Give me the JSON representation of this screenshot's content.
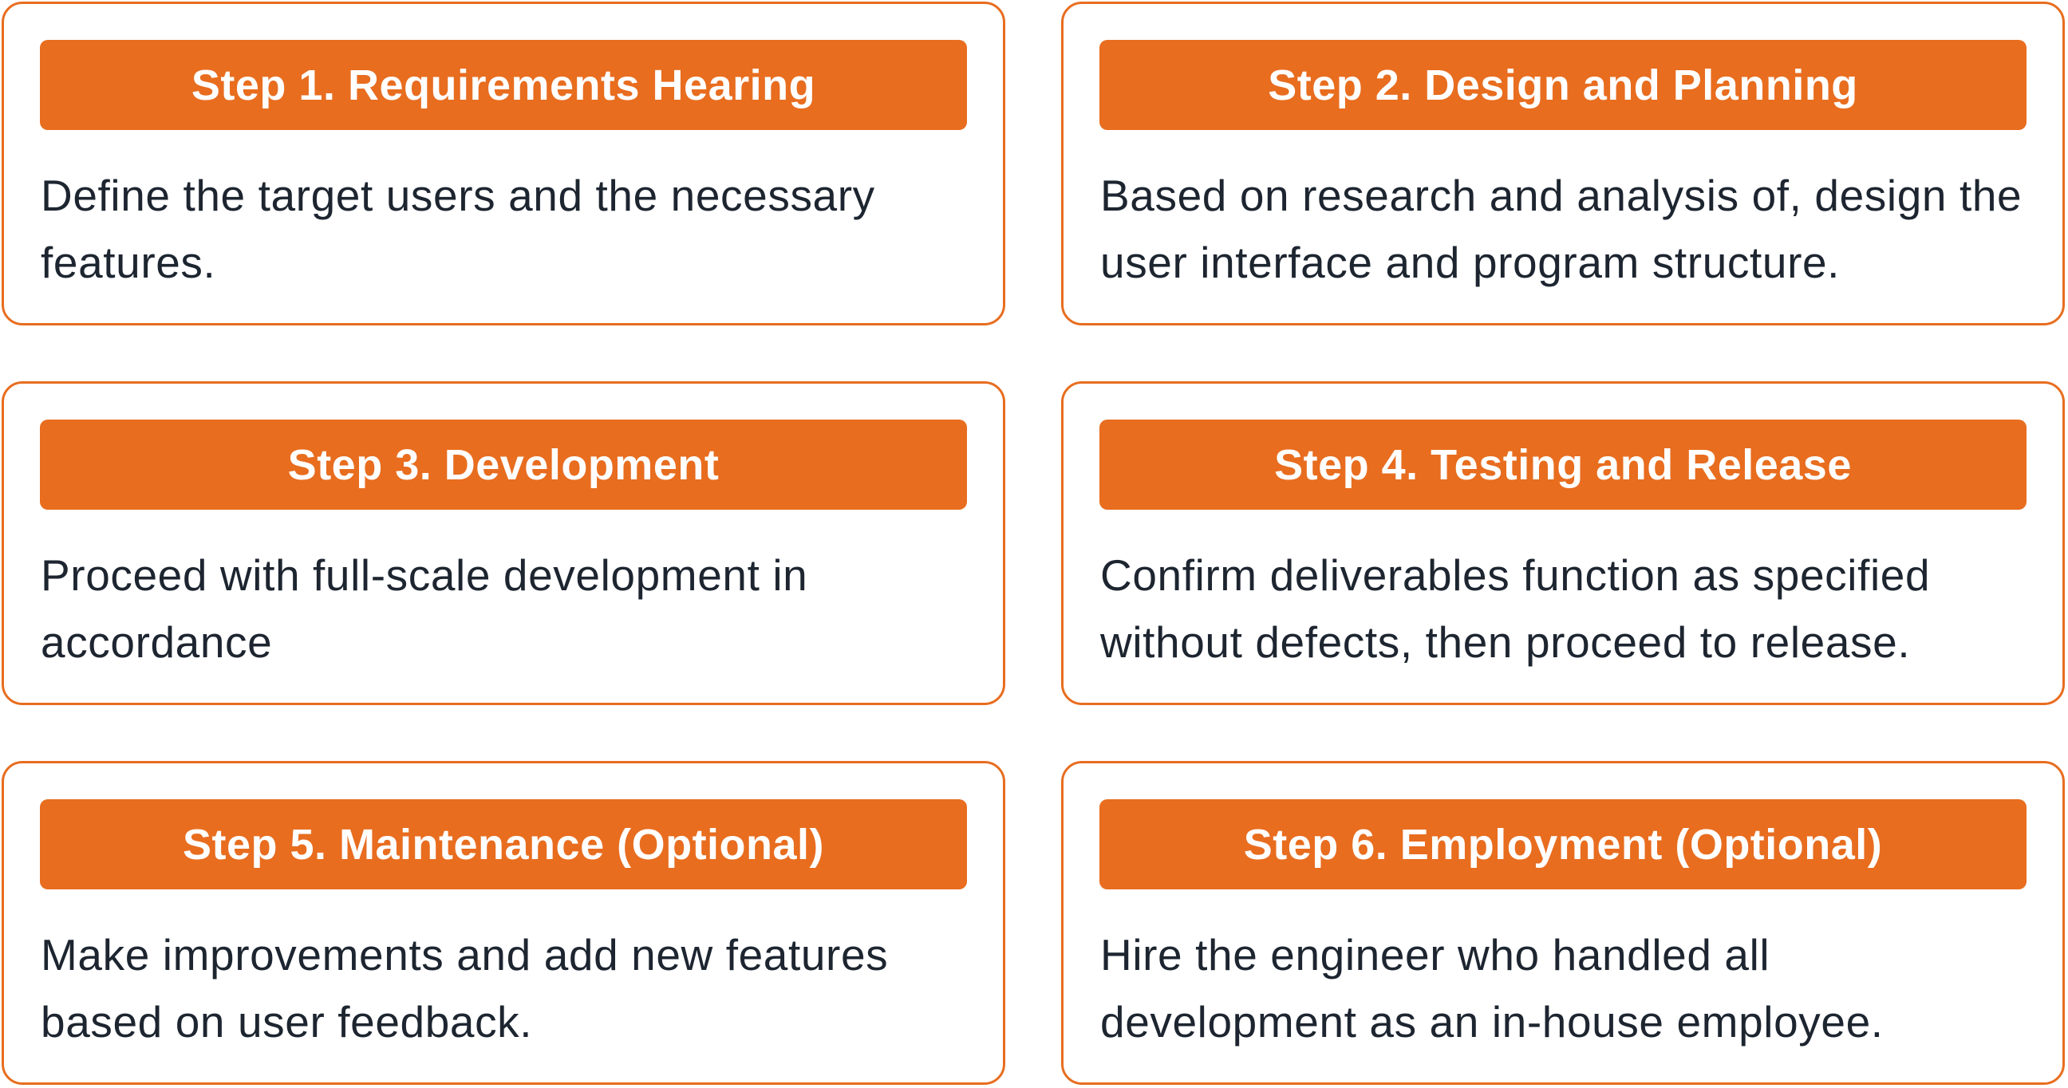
{
  "steps": [
    {
      "title": "Step 1. Requirements Hearing",
      "description": "Define the target users and the necessary features."
    },
    {
      "title": "Step 2. Design and Planning",
      "description": "Based on research and analysis of, design the user interface and program structure."
    },
    {
      "title": "Step 3. Development",
      "description": "Proceed with full-scale development in accordance"
    },
    {
      "title": "Step 4. Testing and Release",
      "description": "Confirm deliverables function as specified without defects, then proceed to release."
    },
    {
      "title": "Step 5. Maintenance (Optional)",
      "description": "Make improvements and add new features based on user feedback."
    },
    {
      "title": "Step 6. Employment (Optional)",
      "description": "Hire the engineer who handled all development as an in-house employee."
    }
  ],
  "colors": {
    "accent": "#e86d1f",
    "text": "#1d2530",
    "background": "#ffffff"
  }
}
